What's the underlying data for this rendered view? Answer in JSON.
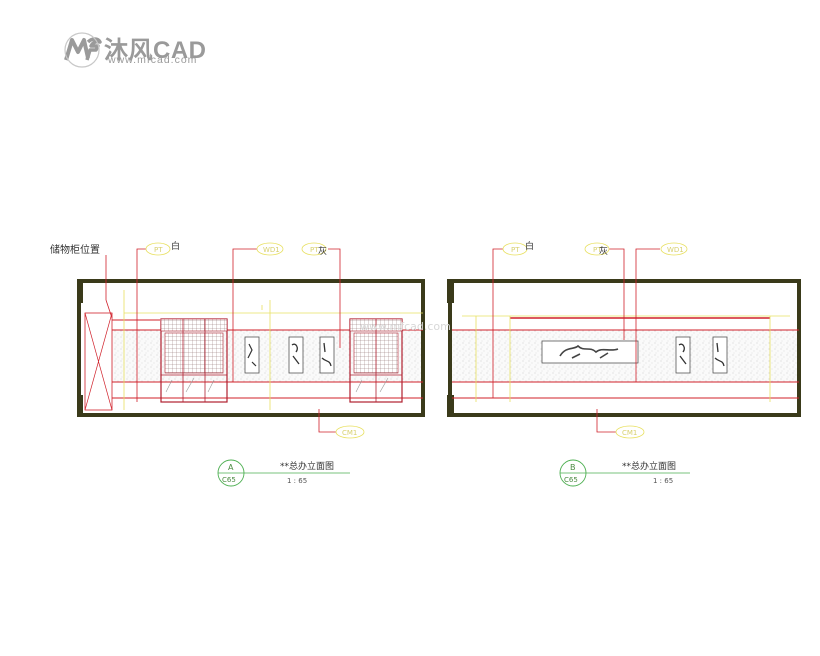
{
  "logo": {
    "brand": "沐风CAD",
    "url": "www.mfcad.com"
  },
  "elevation_a": {
    "label_storage": "储物柜位置",
    "tag_pt": "PT",
    "word_white": "白",
    "tag_wd": "WD1",
    "word_grey": "灰",
    "tag_cm": "CM1",
    "marker_letter": "A",
    "marker_sheet": "C65",
    "title": "**总办立面图",
    "scale": "1 : 65"
  },
  "elevation_b": {
    "tag_pt": "PT",
    "word_white": "白",
    "word_grey": "灰",
    "tag_wd": "WD1",
    "tag_cm": "CM1",
    "marker_letter": "B",
    "marker_sheet": "C65",
    "title": "**总办立面图",
    "scale": "1 : 65"
  },
  "watermark": "www.mfcad.com",
  "colors": {
    "frame": "#3a3a1a",
    "red": "#d0202a",
    "yellow": "#e8e060",
    "text": "#333333",
    "logo": "#9a9a9a"
  }
}
